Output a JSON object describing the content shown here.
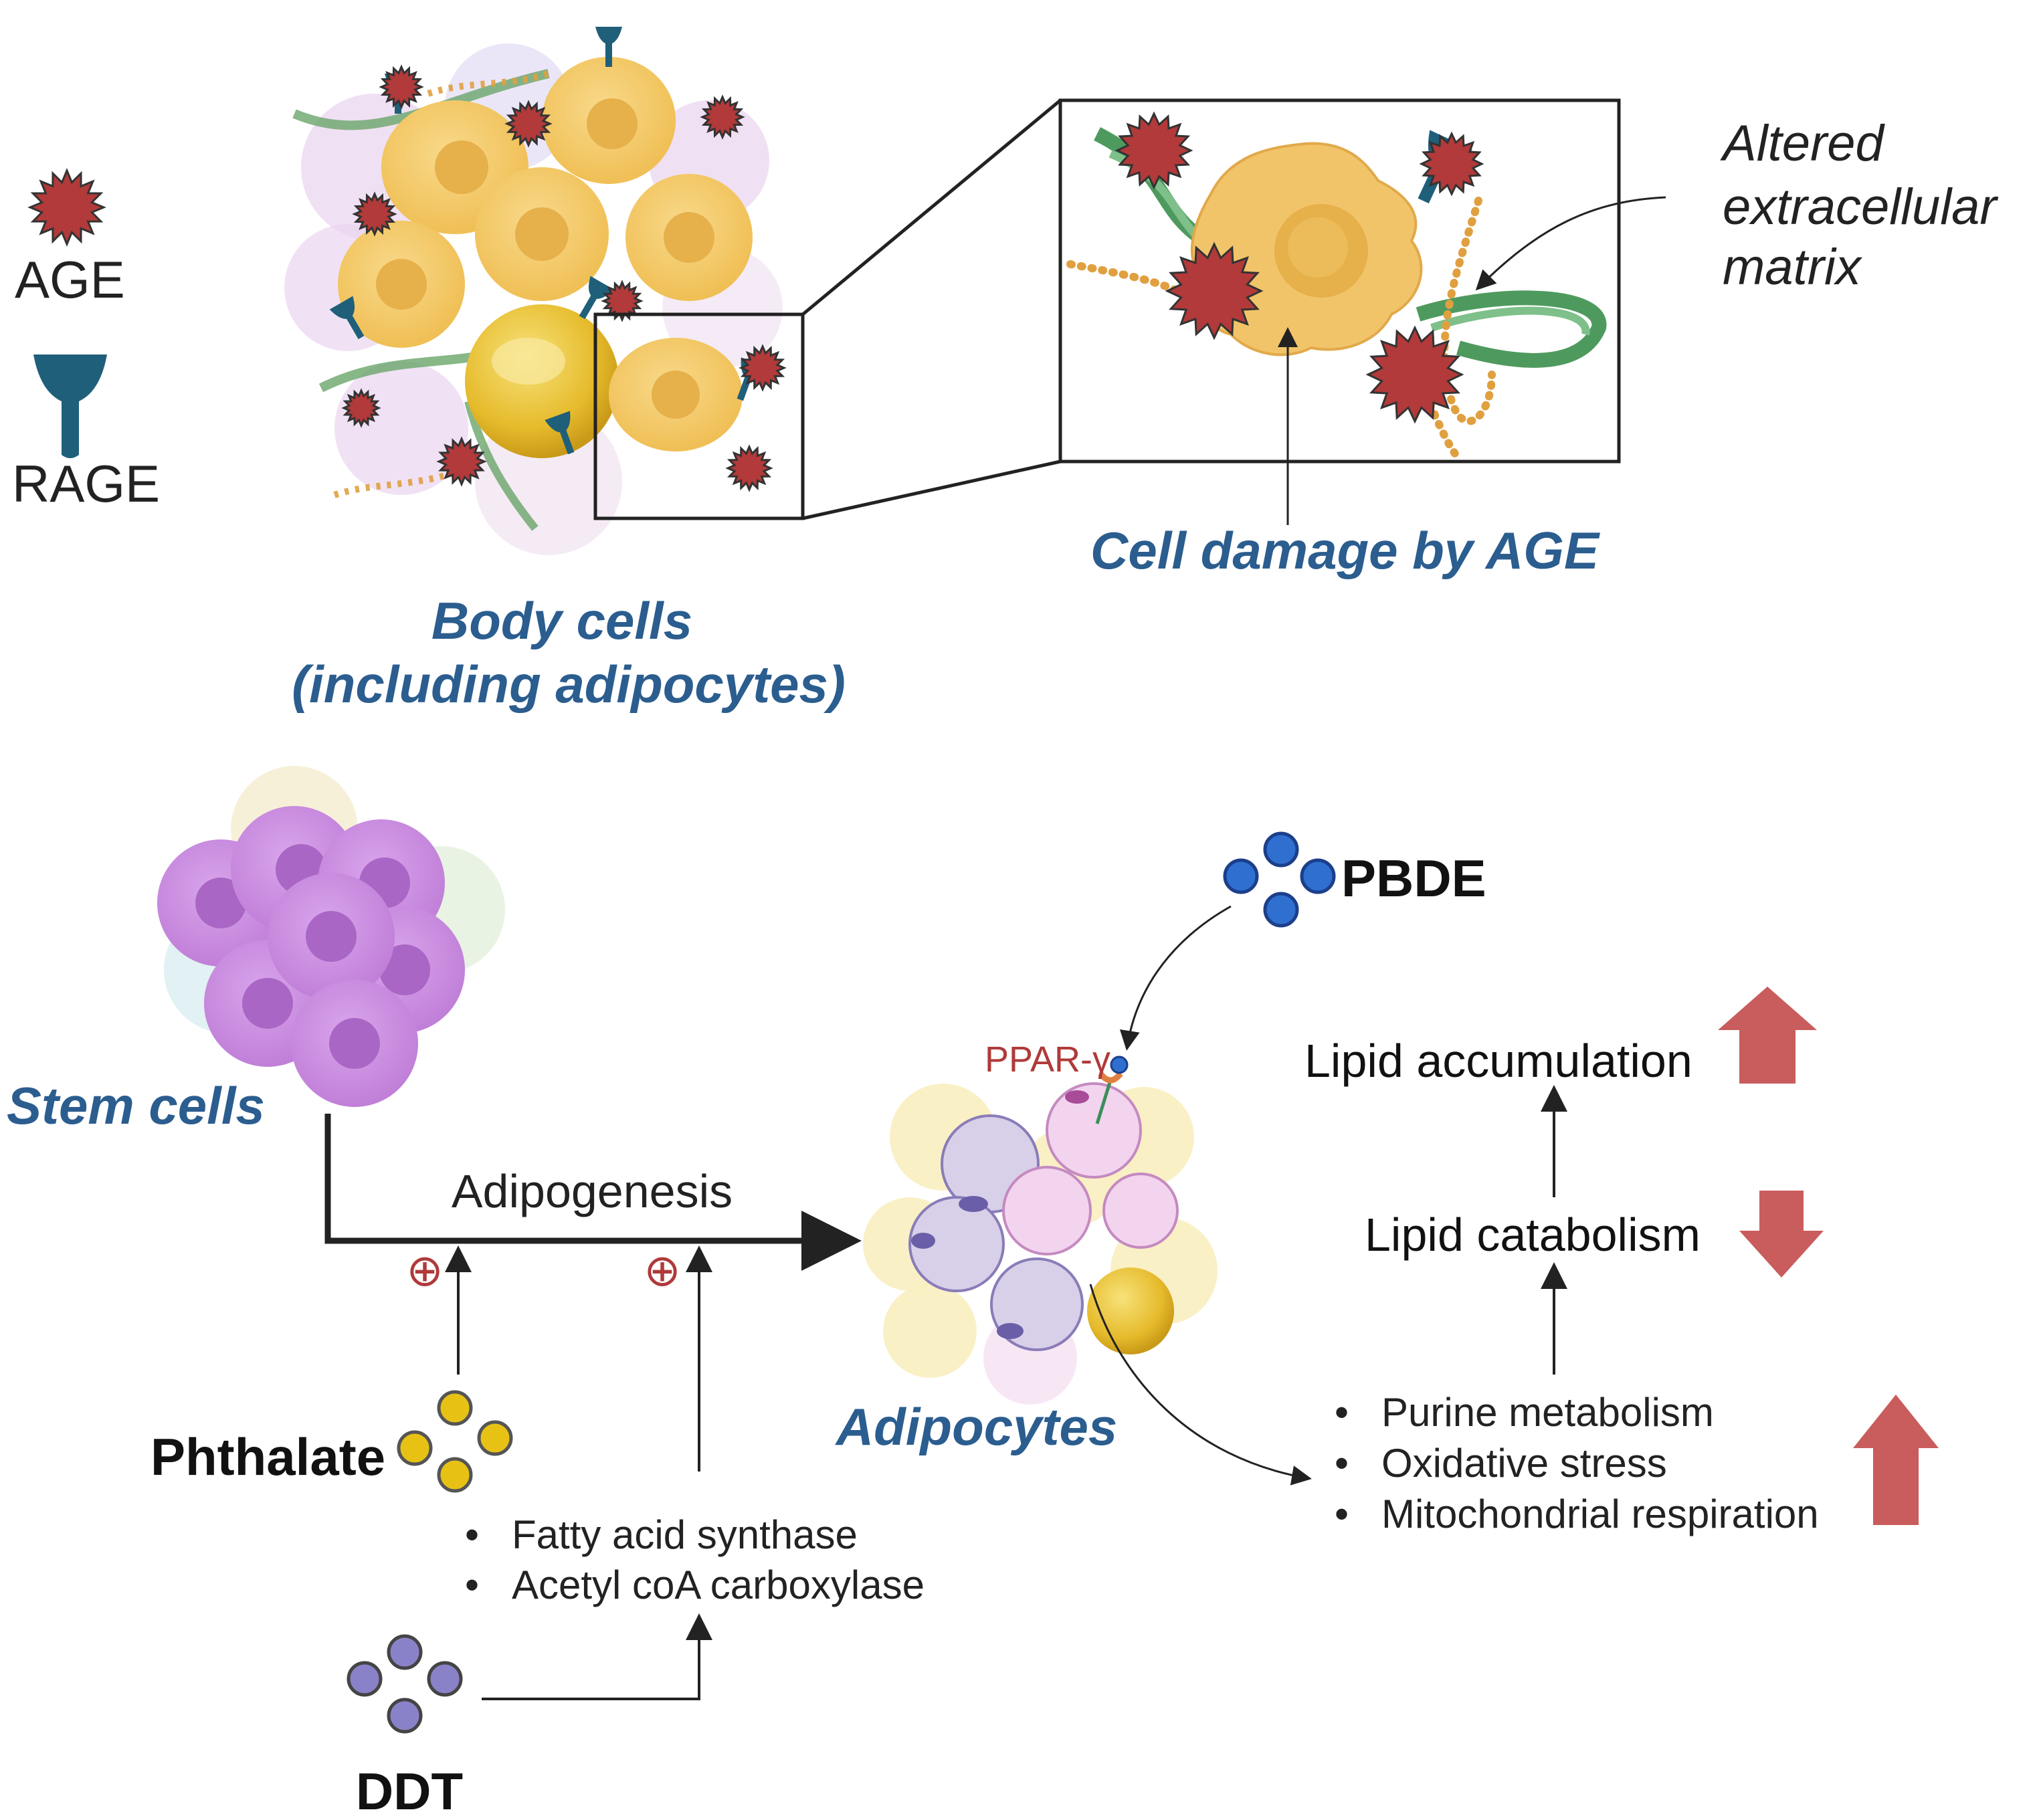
{
  "colors": {
    "age_red": "#b23a3a",
    "rage_teal": "#1f5f7a",
    "blue_label": "#2b5d8f",
    "arrow_red": "#c95c5c",
    "adipocyte_yellow": "#f3c45a",
    "stem_purple": "#c98be0",
    "pbde_blue": "#2f6fd0",
    "phthalate_yellow": "#e7c214",
    "ddt_purple": "#8a82c8",
    "ppar_red": "#b03a3a"
  },
  "legend": {
    "age_label": "AGE",
    "rage_label": "RAGE"
  },
  "top": {
    "body_cells_line1": "Body cells",
    "body_cells_line2": "(including adipocytes)",
    "altered_line1": "Altered",
    "altered_line2": "extracellular",
    "altered_line3": "matrix",
    "cell_damage": "Cell damage by AGE"
  },
  "bottom": {
    "stem_cells": "Stem cells",
    "adipogenesis": "Adipogenesis",
    "plus_symbol": "⊕",
    "phthalate": "Phthalate",
    "ddt": "DDT",
    "pbde": "PBDE",
    "ppar": "PPAR-γ",
    "adipocytes": "Adipocytes",
    "enzymes": [
      "Fatty acid synthase",
      "Acetyl coA carboxylase"
    ],
    "lipid_accumulation": "Lipid accumulation",
    "lipid_catabolism": "Lipid catabolism",
    "metabolic_effects": [
      "Purine metabolism",
      "Oxidative stress",
      "Mitochondrial respiration"
    ],
    "bullet": "•"
  }
}
